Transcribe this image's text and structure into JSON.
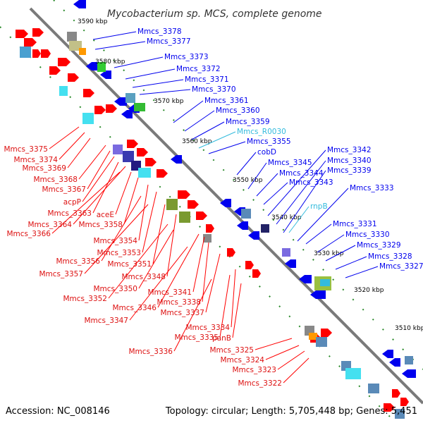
{
  "title": "Mycobacterium sp. MCS, complete genome",
  "footer": {
    "accession": "Accession: NC_008146",
    "summary": "Topology: circular; Length: 5,705,448 bp; Genes: 5,451"
  },
  "ruler": [
    "3590 kbp",
    "3580 kbp",
    "3570 kbp",
    "3560 kbp",
    "3550 kbp",
    "3540 kbp",
    "3530 kbp",
    "3520 kbp",
    "3510 kbp"
  ],
  "colors": {
    "forward": "#ff0000",
    "reverse": "#0000ee",
    "forward_label": "#dd1111",
    "reverse_label": "#1111bb",
    "rna": "#33bbdd",
    "backbone": "#7a7a7a",
    "tick": "#2a8a2a"
  },
  "labels_right": [
    "Mmcs_3378",
    "Mmcs_3377",
    "Mmcs_3373",
    "Mmcs_3372",
    "Mmcs_3371",
    "Mmcs_3370",
    "Mmcs_3361",
    "Mmcs_3360",
    "Mmcs_3359",
    "Mmcs_R0030",
    "Mmcs_3355",
    "cobD",
    "Mmcs_3345",
    "Mmcs_3344",
    "Mmcs_3343",
    "Mmcs_3342",
    "Mmcs_3340",
    "Mmcs_3339",
    "Mmcs_3333",
    "rnpB",
    "Mmcs_3331",
    "Mmcs_3330",
    "Mmcs_3329",
    "Mmcs_3328",
    "Mmcs_3327"
  ],
  "labels_left": [
    "Mmcs_3375",
    "Mmcs_3374",
    "Mmcs_3369",
    "Mmcs_3368",
    "Mmcs_3367",
    "acpP",
    "Mmcs_3363",
    "aceE",
    "Mmcs_3364",
    "Mmcs_3358",
    "Mmcs_3366",
    "Mmcs_3354",
    "Mmcs_3353",
    "Mmcs_3356",
    "Mmcs_3351",
    "Mmcs_3357",
    "Mmcs_3348",
    "Mmcs_3350",
    "Mmcs_3352",
    "Mmcs_3341",
    "Mmcs_3346",
    "Mmcs_3338",
    "Mmcs_3337",
    "Mmcs_3347",
    "Mmcs_3334",
    "Mmcs_3335",
    "panB",
    "Mmcs_3336",
    "Mmcs_3325",
    "Mmcs_3324",
    "Mmcs_3323",
    "Mmcs_3322"
  ]
}
